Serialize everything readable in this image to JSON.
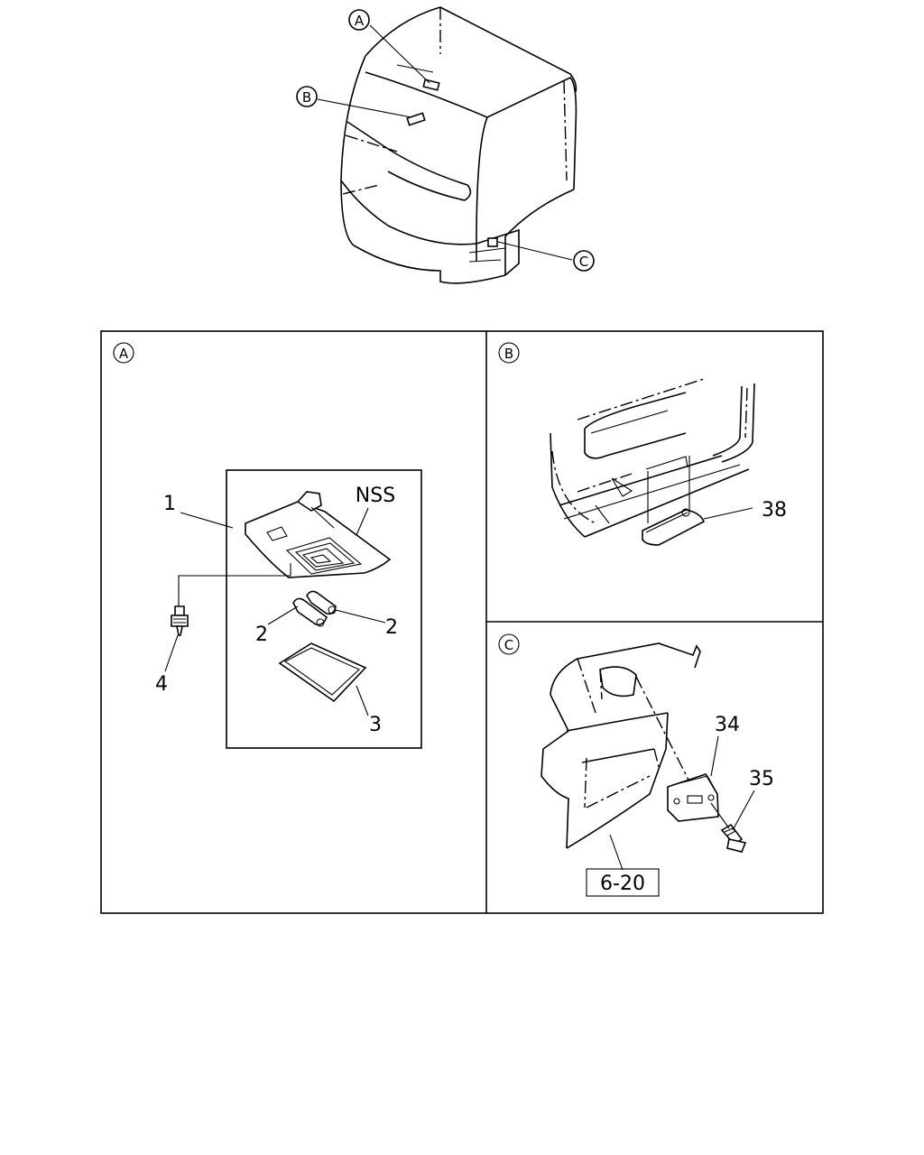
{
  "overview": {
    "callouts": [
      "A",
      "B",
      "C"
    ]
  },
  "panels": {
    "a": {
      "label": "A",
      "tag": "NSS",
      "parts": [
        "1",
        "2",
        "2",
        "3",
        "4"
      ]
    },
    "b": {
      "label": "B",
      "parts": [
        "38"
      ]
    },
    "c": {
      "label": "C",
      "parts": [
        "34",
        "35"
      ],
      "reference": "6-20"
    }
  }
}
